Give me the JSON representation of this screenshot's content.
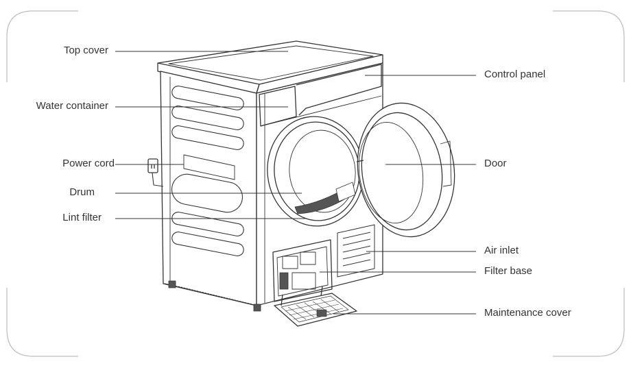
{
  "diagram": {
    "labels": {
      "top_cover": "Top cover",
      "water_container": "Water container",
      "power_cord": "Power cord",
      "drum": "Drum",
      "lint_filter": "Lint filter",
      "control_panel": "Control panel",
      "door": "Door",
      "air_inlet": "Air inlet",
      "filter_base": "Filter base",
      "maintenance_cover": "Maintenance cover"
    },
    "colors": {
      "line": "#333333",
      "frame": "#bbbbbb",
      "text": "#333333",
      "mesh": "#555555"
    }
  }
}
